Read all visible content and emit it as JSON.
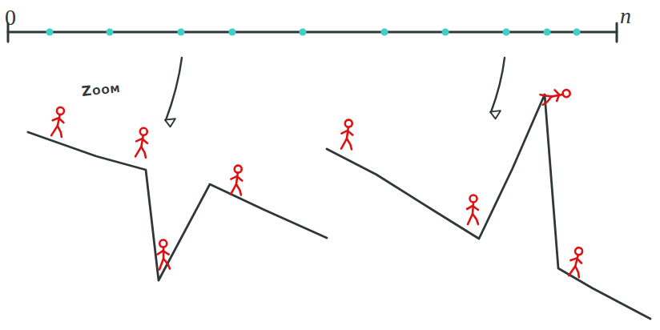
{
  "diagram": {
    "labels": [
      "0",
      "n",
      "Zoom"
    ]
  }
}
